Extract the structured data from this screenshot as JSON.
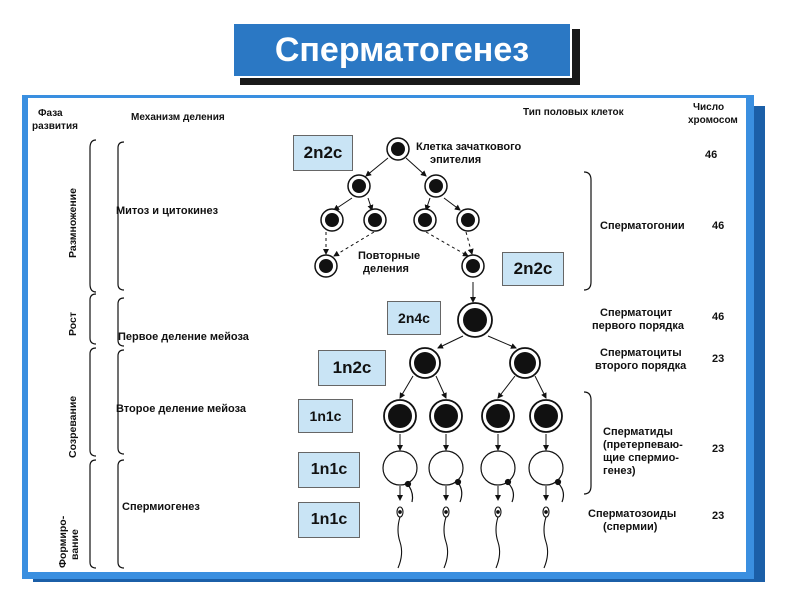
{
  "title": "Сперматогенез",
  "headers": {
    "phase_line1": "Фаза",
    "phase_line2": "развития",
    "mechanism": "Механизм деления",
    "cell_type": "Тип половых клеток",
    "chrom_line1": "Число",
    "chrom_line2": "хромосом"
  },
  "phases": [
    "Размножение",
    "Рост",
    "Созревание",
    "Формиро-",
    "вание"
  ],
  "mechanisms": [
    "Митоз и цитокинез",
    "Первое деление мейоза",
    "Второе деление мейоза",
    "Спермиогенез"
  ],
  "cell_labels": {
    "germ_line1": "Клетка зачаткового",
    "germ_line2": "эпителия",
    "repeat_line1": "Повторные",
    "repeat_line2": "деления"
  },
  "cell_types": {
    "spermatogonia": "Сперматогонии",
    "sc1_line1": "Сперматоцит",
    "sc1_line2": "первого порядка",
    "sc2_line1": "Сперматоциты",
    "sc2_line2": "второго порядка",
    "st_line1": "Сперматиды",
    "st_line2": "(претерпеваю-",
    "st_line3": "щие спермио-",
    "st_line4": "генез)",
    "sz_line1": "Сперматозоиды",
    "sz_line2": "(спермии)"
  },
  "chromosome_counts": [
    "46",
    "46",
    "46",
    "23",
    "23",
    "23"
  ],
  "formulas": [
    "2n2c",
    "2n2c",
    "2n4c",
    "1n2c",
    "1n1c",
    "1n1c",
    "1n1c"
  ],
  "colors": {
    "title_bg": "#2b78c4",
    "panel": "#3a8fe0",
    "formula_bg": "#c9e4f5"
  }
}
